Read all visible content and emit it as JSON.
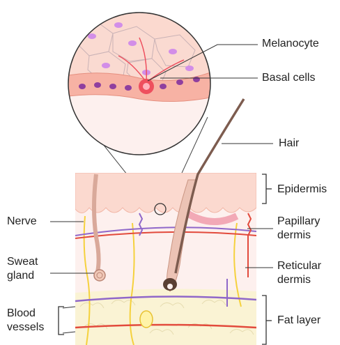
{
  "labels": {
    "melanocyte": "Melanocyte",
    "basal_cells": "Basal cells",
    "hair": "Hair",
    "epidermis": "Epidermis",
    "nerve": "Nerve",
    "papillary_dermis": "Papillary\ndermis",
    "sweat_gland": "Sweat\ngland",
    "reticular_dermis": "Reticular\ndermis",
    "blood_vessels": "Blood\nvessels",
    "fat_layer": "Fat layer"
  },
  "colors": {
    "epidermis": "#fbd9cf",
    "dermis": "#fdf0ee",
    "fat": "#faf3d4",
    "cell_nucleus": "#d28ee8",
    "basal_cell": "#f7b2a4",
    "melanocyte": "#ee4f5e",
    "hair": "#7d5c4f",
    "nerve": "#f5d13d",
    "artery": "#e24a3c",
    "vein": "#8f67c9"
  }
}
